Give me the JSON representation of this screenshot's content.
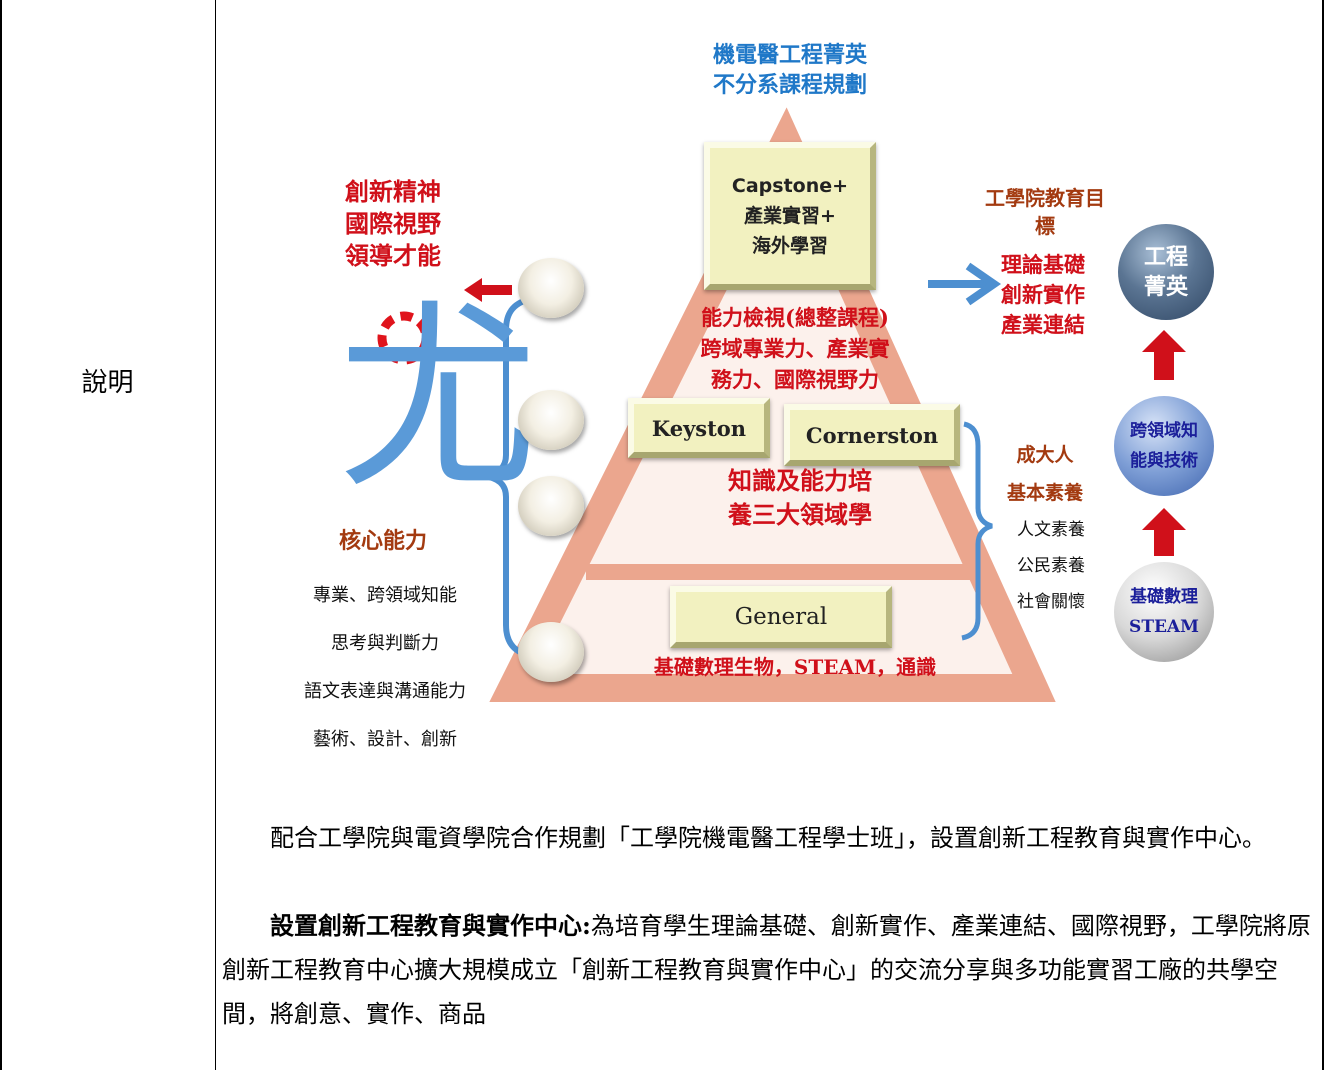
{
  "label": "說明",
  "diagram": {
    "top_title_line1": "機電醫工程菁英",
    "top_title_line2": "不分系課程規劃",
    "capstone_line1": "Capstone+",
    "capstone_line2": "產業實習+",
    "capstone_line3": "海外學習",
    "left_red_line1": "創新精神",
    "left_red_line2": "國際視野",
    "left_red_line3": "領導才能",
    "big_char": "尤",
    "ability_line1": "能力檢視(總整課程)",
    "ability_line2": "跨域專業力、產業實",
    "ability_line3": "務力、國際視野力",
    "keyston": "Keyston",
    "cornerston": "Cornerston",
    "knowledge_line1": "知識及能力培",
    "knowledge_line2": "養三大領域學",
    "general": "General",
    "base_text": "基礎數理生物，STEAM，通識",
    "core_title": "核心能力",
    "core_items": [
      "專業、跨領域知能",
      "思考與判斷力",
      "語文表達與溝通能力",
      "藝術、設計、創新"
    ],
    "goal_line1": "工學院教育目",
    "goal_line2": "標",
    "goal_items": [
      "理論基礎",
      "創新實作",
      "產業連結"
    ],
    "adult_line1": "成大人",
    "adult_line2": "基本素養",
    "adult_items": [
      "人文素養",
      "公民素養",
      "社會關懷"
    ],
    "orb1_line1": "工程",
    "orb1_line2": "菁英",
    "orb2_line1": "跨領域知",
    "orb2_line2": "能與技術",
    "orb3_line1": "基礎數理",
    "orb3_line2": "STEAM"
  },
  "paragraph1": "配合工學院與電資學院合作規劃「工學院機電醫工程學士班」，設置創新工程教育與實作中心。",
  "paragraph2_bold": "設置創新工程教育與實作中心:",
  "paragraph2_rest": "為培育學生理論基礎、創新實作、產業連結、國際視野，工學院將原創新工程教育中心擴大規模成立「創新工程教育與實作中心」的交流分享與多功能實習工廠的共學空間，將創意、實作、商品"
}
